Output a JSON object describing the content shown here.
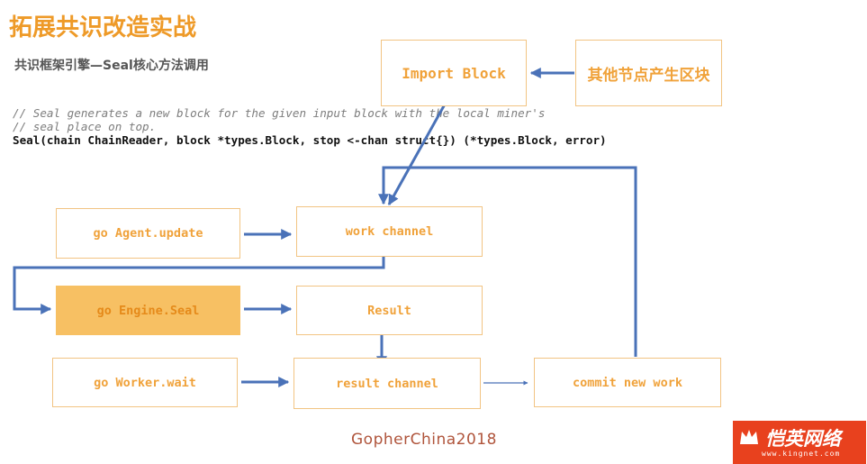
{
  "slide": {
    "title": "拓展共识改造实战",
    "subtitle": "共识框架引擎—Seal核心方法调用"
  },
  "code": {
    "comment_line_1": "// Seal generates a new block for the given input block with the local miner's",
    "comment_line_2": "// seal place on top.",
    "signature": "Seal(chain ChainReader, block *types.Block, stop <-chan struct{}) (*types.Block, error)"
  },
  "diagram": {
    "nodes": {
      "import_block": "Import Block",
      "other_nodes": "其他节点产生区块",
      "agent_update": "go Agent.update",
      "work_channel": "work channel",
      "engine_seal": "go Engine.Seal",
      "result": "Result",
      "worker_wait": "go Worker.wait",
      "result_channel": "result channel",
      "commit_new_work": "commit new work"
    },
    "colors": {
      "box_text": "#f0a23a",
      "box_border": "#f2c483",
      "highlight_fill": "#f7c063",
      "arrow": "#4a72b8"
    }
  },
  "footer": {
    "event": "GopherChina2018"
  },
  "logo": {
    "brand": "恺英网络",
    "url": "www.kingnet.com",
    "icon": "crown-icon"
  }
}
